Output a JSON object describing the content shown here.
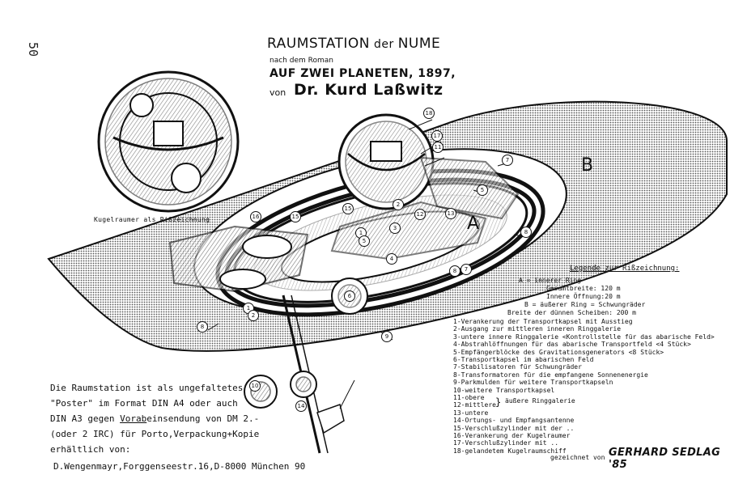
{
  "page_number": "50",
  "title": {
    "main_prefix": "RAUMSTATION",
    "main_mid": " der ",
    "main_suffix": "NUME",
    "subtitle": "nach dem Roman",
    "book": "AUF ZWEI PLANETEN, 1897,",
    "author_prefix": "von",
    "author": "Dr. Kurd Laßwitz"
  },
  "sphere_caption": "Kugelraumer als Rißzeichnung",
  "ring_labels": [
    "A",
    "B"
  ],
  "callout_numbers": [
    "1",
    "2",
    "3",
    "4",
    "5",
    "6",
    "7",
    "8",
    "9",
    "10",
    "11",
    "12",
    "13",
    "14",
    "15",
    "16",
    "17",
    "18"
  ],
  "legend": {
    "title": "Legende zur Rißzeichnung:",
    "ring_a": "A = innerer Ring",
    "ring_a_width": "Gesamtbreite: 120 m",
    "ring_a_opening": "Innere Öffnung:20 m",
    "ring_b": "B = äußerer Ring = Schwungräder",
    "ring_b_width": "Breite der dünnen Scheiben: 200 m",
    "items": [
      "1-Verankerung der Transportkapsel mit Ausstieg",
      "2-Ausgang zur mittleren inneren Ringgalerie",
      "3-untere innere Ringgalerie <Kontrollstelle für das abarische Feld>",
      "4-Abstrahlöffnungen für das abarische Transportfeld <4 Stück>",
      "5-Empfängerblöcke des Gravitationsgenerators <8 Stück>",
      "6-Transportkapsel im abarischen Feld",
      "7-Stabilisatoren für Schwungräder",
      "8-Transformatoren für die empfangene Sonnenenergie",
      "9-Parkmulden für weitere Transportkapseln",
      "10-weitere Transportkapsel",
      "11-obere",
      "12-mittlere",
      "13-untere",
      "14-Ortungs- und Empfangsantenne",
      "15-Verschlußzylinder mit der ..",
      "16-Verankerung der Kugelraumer",
      "17-Verschlußzylinder mit ..",
      "18-gelandetem Kugelraumschiff"
    ],
    "brace_label": "äußere Ringgalerie"
  },
  "poster": {
    "line1": "Die Raumstation ist als ungefaltetes",
    "line2": "\"Poster\" im Format DIN A4 oder auch",
    "line3_pre": "DIN A3 gegen ",
    "line3_underlined": "Vorab",
    "line3_post": "einsendung von DM 2.-",
    "line4": "(oder 2 IRC) für Porto,Verpackung+Kopie",
    "line5": "erhältlich von:",
    "line6": "D.Wengenmayr,Forggenseestr.16,D-8000 München 90"
  },
  "credit": "gezeichnet von",
  "signature": "GERHARD SEDLAG '85",
  "colors": {
    "ink": "#111111",
    "ring_fill": "#8a8a8a",
    "paper": "#ffffff"
  }
}
